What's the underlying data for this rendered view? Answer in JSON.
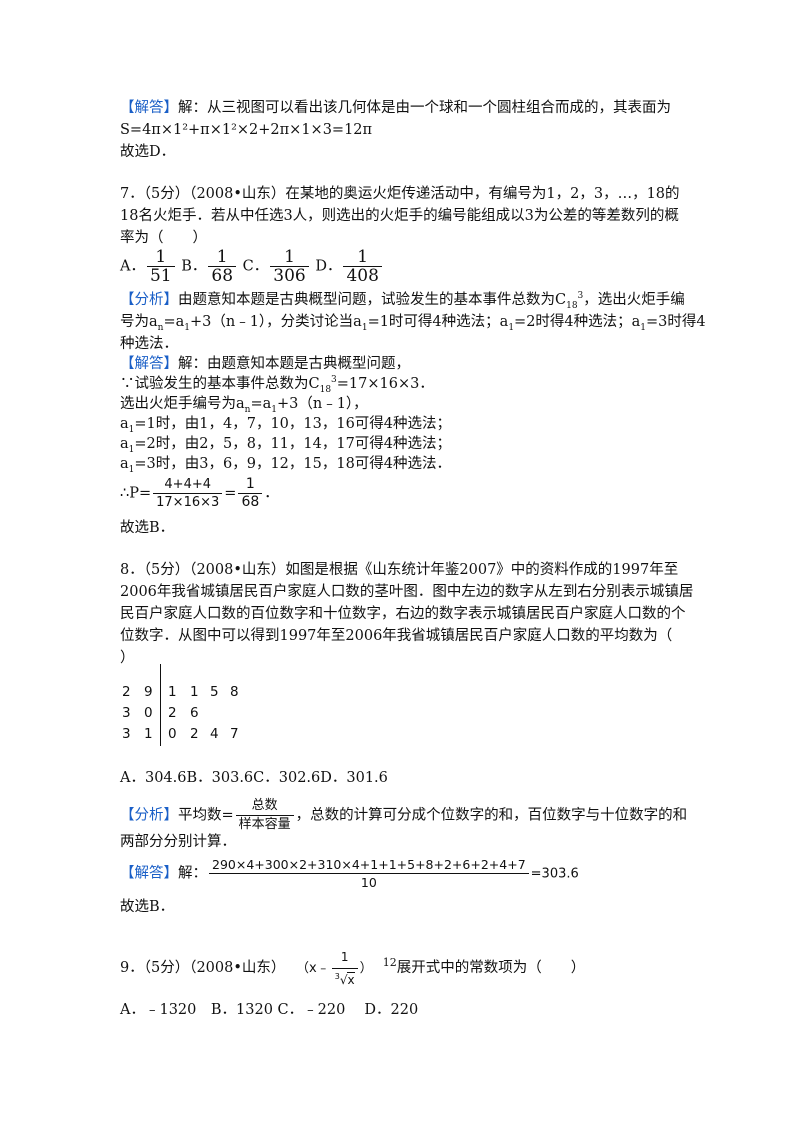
{
  "q6": {
    "answer_tag": "【解答】",
    "answer_text": "解：从三视图可以看出该几何体是由一个球和一个圆柱组合而成的，其表面为",
    "formula": "S=4π×1²+π×1²×2+2π×1×3=12π",
    "choose": "故选D．"
  },
  "q7": {
    "stem_l1": "7．（5分）（2008•山东）在某地的奥运火炬传递活动中，有编号为1，2，3，…，18的",
    "stem_l2": "18名火炬手．若从中任选3人，则选出的火炬手的编号能组成以3为公差的等差数列的概",
    "stem_l3": "率为（　　）",
    "options": [
      {
        "label": "A．",
        "num": "1",
        "den": "51"
      },
      {
        "label": "B．",
        "num": "1",
        "den": "68"
      },
      {
        "label": "C．",
        "num": "1",
        "den": "306"
      },
      {
        "label": "D．",
        "num": "1",
        "den": "408"
      }
    ],
    "analysis_tag": "【分析】",
    "analysis_l1a": "由题意知本题是古典概型问题，试验发生的基本事件总数为C",
    "analysis_l1b": "，选出火炬手编",
    "analysis_l2": "号为a",
    "analysis_l2b": "=a",
    "analysis_l2c": "+3（n﹣1），分类讨论当a",
    "analysis_l2d": "=1时可得4种选法；a",
    "analysis_l2e": "=2时得4种选法；a",
    "analysis_l2f": "=3时得4",
    "analysis_l3": "种选法．",
    "answer_tag": "【解答】",
    "ans_l1": "解：由题意知本题是古典概型问题，",
    "ans_l2a": "∵试验发生的基本事件总数为C",
    "ans_l2b": "=17×16×3．",
    "ans_l3a": "选出火炬手编号为a",
    "ans_l3b": "=a",
    "ans_l3c": "+3（n﹣1），",
    "ans_l4": "=1时，由1，4，7，10，13，16可得4种选法；",
    "ans_l5": "=2时，由2，5，8，11，14，17可得4种选法；",
    "ans_l6": "=3时，由3，6，9，12，15，18可得4种选法．",
    "p_prefix": "∴P=",
    "p_num": "4+4+4",
    "p_den": "17×16×3",
    "p_eq": "=",
    "p_rnum": "1",
    "p_rden": "68",
    "p_end": "．",
    "choose": "故选B．",
    "sub_n": "n",
    "sub_1": "1",
    "sub_18": "18",
    "sup_3": "3"
  },
  "q8": {
    "stem_l1": "8．（5分）（2008•山东）如图是根据《山东统计年鉴2007》中的资料作成的1997年至",
    "stem_l2": "2006年我省城镇居民百户家庭人口数的茎叶图．图中左边的数字从左到右分别表示城镇居",
    "stem_l3": "民百户家庭人口数的百位数字和十位数字，右边的数字表示城镇居民百户家庭人口数的个",
    "stem_l4": "位数字．从图中可以得到1997年至2006年我省城镇居民百户家庭人口数的平均数为（",
    "stem_l5": "）",
    "stem_leaf": [
      {
        "stem": [
          "2",
          "9"
        ],
        "leaves": [
          "1",
          "1",
          "5",
          "8"
        ]
      },
      {
        "stem": [
          "3",
          "0"
        ],
        "leaves": [
          "2",
          "6"
        ]
      },
      {
        "stem": [
          "3",
          "1"
        ],
        "leaves": [
          "0",
          "2",
          "4",
          "7"
        ]
      }
    ],
    "options": "A．304.6B．303.6C．302.6D．301.6",
    "analysis_tag": "【分析】",
    "analysis_a": "平均数=",
    "frac_num": "总数",
    "frac_den": "样本容量",
    "analysis_b": "，总数的计算可分成个位数字的和，百位数字与十位数字的和",
    "analysis_l2": "两部分分别计算．",
    "answer_tag": "【解答】",
    "ans_prefix": "解：",
    "ans_num": "290×4+300×2+310×4+1+1+5+8+2+6+2+4+7",
    "ans_den": "10",
    "ans_result": "=303.6",
    "choose": "故选B．"
  },
  "q9": {
    "stem_a": "9．（5分）（2008•山东）",
    "expr_open": "（x﹣",
    "expr_num": "1",
    "expr_root_idx": "3",
    "expr_rad": "x",
    "expr_close": "）",
    "power": "12",
    "stem_b": "展开式中的常数项为（　　）",
    "options": "A．﹣1320　B．1320 C．﹣220　 D．220"
  }
}
